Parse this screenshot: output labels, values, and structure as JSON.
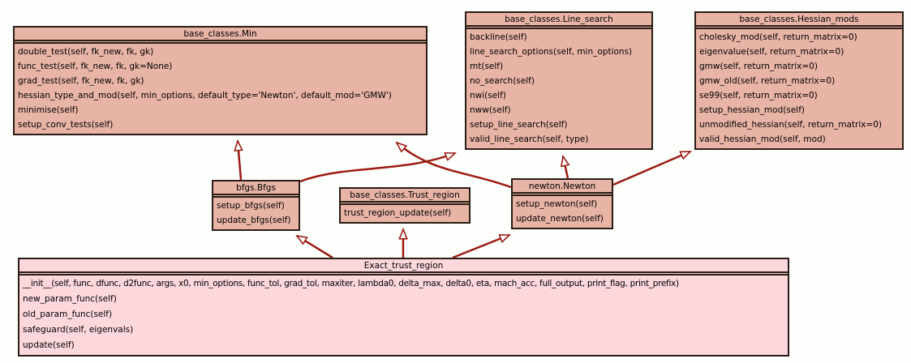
{
  "colors": {
    "bg": "#fcfffc",
    "box-fill": "#e8b4a6",
    "box-highlight": "#fcd7db",
    "border": "#2b1d16",
    "edge": "#9c1a12"
  },
  "classes": [
    {
      "name": "base_classes.Min",
      "methods": [
        "double_test(self, fk_new, fk, gk)",
        "func_test(self, fk_new, fk, gk=None)",
        "grad_test(self, fk_new, fk, gk)",
        "hessian_type_and_mod(self, min_options, default_type='Newton', default_mod='GMW')",
        "minimise(self)",
        "setup_conv_tests(self)"
      ]
    },
    {
      "name": "base_classes.Line_search",
      "methods": [
        "backline(self)",
        "line_search_options(self, min_options)",
        "mt(self)",
        "no_search(self)",
        "nwi(self)",
        "nww(self)",
        "setup_line_search(self)",
        "valid_line_search(self, type)"
      ]
    },
    {
      "name": "base_classes.Hessian_mods",
      "methods": [
        "cholesky_mod(self, return_matrix=0)",
        "eigenvalue(self, return_matrix=0)",
        "gmw(self, return_matrix=0)",
        "gmw_old(self, return_matrix=0)",
        "se99(self, return_matrix=0)",
        "setup_hessian_mod(self)",
        "unmodified_hessian(self, return_matrix=0)",
        "valid_hessian_mod(self, mod)"
      ]
    },
    {
      "name": "bfgs.Bfgs",
      "methods": [
        "setup_bfgs(self)",
        "update_bfgs(self)"
      ]
    },
    {
      "name": "base_classes.Trust_region",
      "methods": [
        "trust_region_update(self)"
      ]
    },
    {
      "name": "newton.Newton",
      "methods": [
        "setup_newton(self)",
        "update_newton(self)"
      ]
    },
    {
      "name": "Exact_trust_region",
      "methods": [
        "__init__(self, func, dfunc, d2func, args, x0, min_options, func_tol, grad_tol, maxiter, lambda0, delta_max, delta0, eta, mach_acc, full_output, print_flag, print_prefix)",
        "new_param_func(self)",
        "old_param_func(self)",
        "safeguard(self, eigenvals)",
        "update(self)"
      ]
    }
  ],
  "inheritance_edges": [
    {
      "child": "bfgs.Bfgs",
      "parent": "base_classes.Min"
    },
    {
      "child": "bfgs.Bfgs",
      "parent": "base_classes.Line_search"
    },
    {
      "child": "newton.Newton",
      "parent": "base_classes.Min"
    },
    {
      "child": "newton.Newton",
      "parent": "base_classes.Line_search"
    },
    {
      "child": "newton.Newton",
      "parent": "base_classes.Hessian_mods"
    },
    {
      "child": "Exact_trust_region",
      "parent": "bfgs.Bfgs"
    },
    {
      "child": "Exact_trust_region",
      "parent": "base_classes.Trust_region"
    },
    {
      "child": "Exact_trust_region",
      "parent": "newton.Newton"
    }
  ]
}
